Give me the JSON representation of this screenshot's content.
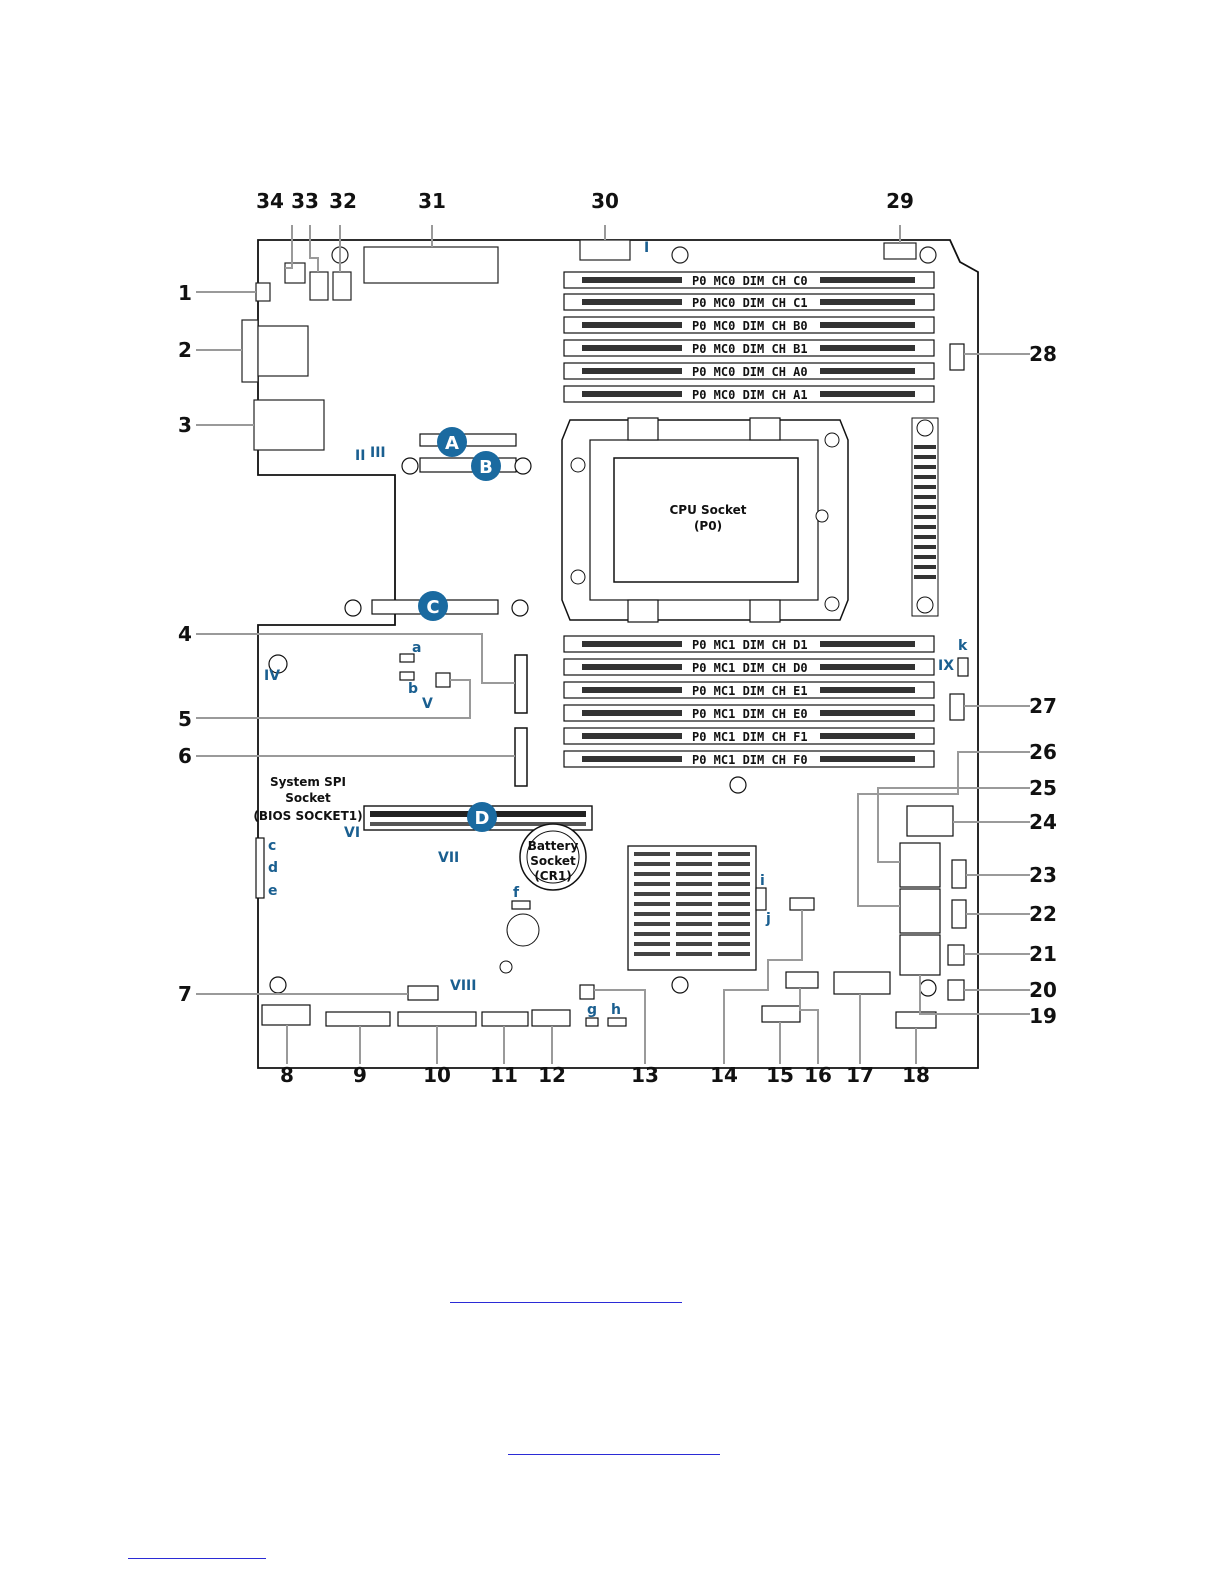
{
  "callouts_top": [
    "34",
    "33",
    "32",
    "31",
    "30",
    "29"
  ],
  "callouts_left": [
    "1",
    "2",
    "3",
    "4",
    "5",
    "6",
    "7"
  ],
  "callouts_right": [
    "28",
    "27",
    "26",
    "25",
    "24",
    "23",
    "22",
    "21",
    "20",
    "19"
  ],
  "callouts_bottom": [
    "8",
    "9",
    "10",
    "11",
    "12",
    "13",
    "14",
    "15",
    "16",
    "17",
    "18"
  ],
  "dimm_slots_top": [
    "P0 MC0 DIM CH C0",
    "P0 MC0 DIM CH C1",
    "P0 MC0 DIM CH B0",
    "P0 MC0 DIM CH B1",
    "P0 MC0 DIM CH A0",
    "P0 MC0 DIM CH A1"
  ],
  "dimm_slots_bottom": [
    "P0 MC1 DIM CH D1",
    "P0 MC1 DIM CH D0",
    "P0 MC1 DIM CH E1",
    "P0 MC1 DIM CH E0",
    "P0 MC1 DIM CH F1",
    "P0 MC1 DIM CH F0"
  ],
  "cpu": {
    "line1": "CPU Socket",
    "line2": "(P0)"
  },
  "spi": {
    "line1": "System SPI",
    "line2": "Socket",
    "line3": "(BIOS SOCKET1)"
  },
  "battery": {
    "line1": "Battery",
    "line2": "Socket",
    "line3": "(CR1)"
  },
  "badges": {
    "A": "A",
    "B": "B",
    "C": "C",
    "D": "D"
  },
  "jumpers": {
    "a": "a",
    "b": "b",
    "c": "c",
    "d": "d",
    "e": "e",
    "f": "f",
    "g": "g",
    "h": "h",
    "i": "i",
    "j": "j",
    "k": "k"
  },
  "leds": {
    "I": "I",
    "II": "II",
    "III": "III",
    "IV": "IV",
    "V": "V",
    "VI": "VI",
    "VII": "VII",
    "VIII": "VIII",
    "IX": "IX"
  },
  "colors": {
    "badge": "#1a6aa0",
    "label_blue": "#1a5f90",
    "link": "#2b2bd6",
    "leader": "#9a9a9a"
  }
}
